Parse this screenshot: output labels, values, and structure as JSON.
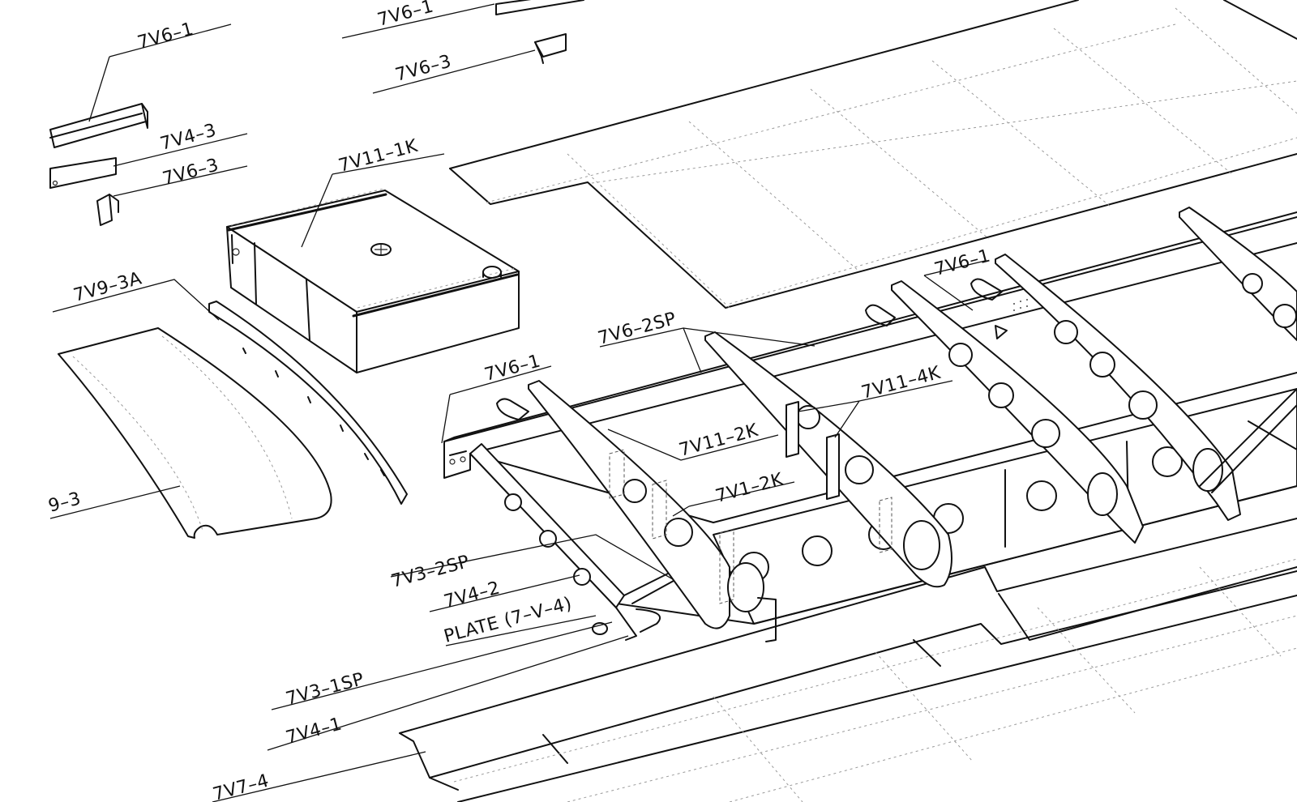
{
  "labels": {
    "l01": "7V6–1",
    "l02": "7V6–1",
    "l03": "7V6–3",
    "l04": "7V4–3",
    "l05": "7V6–3",
    "l06": "7V11–1K",
    "l07": "7V9–3A",
    "l08": "9–3",
    "l09": "7V6–2SP",
    "l10": "7V6–1",
    "l11": "7V6–1",
    "l12": "7V11–4K",
    "l13": "7V11–2K",
    "l14": "7V1–2K",
    "l15": "7V3–2SP",
    "l16": "7V4–2",
    "l17": "PLATE (7–V–4)",
    "l18": "7V3–1SP",
    "l19": "7V4–1",
    "l20": "7V7–4"
  },
  "colors": {
    "ink": "#111111",
    "paper": "#ffffff",
    "hidden_line": "#9a9a9a"
  }
}
